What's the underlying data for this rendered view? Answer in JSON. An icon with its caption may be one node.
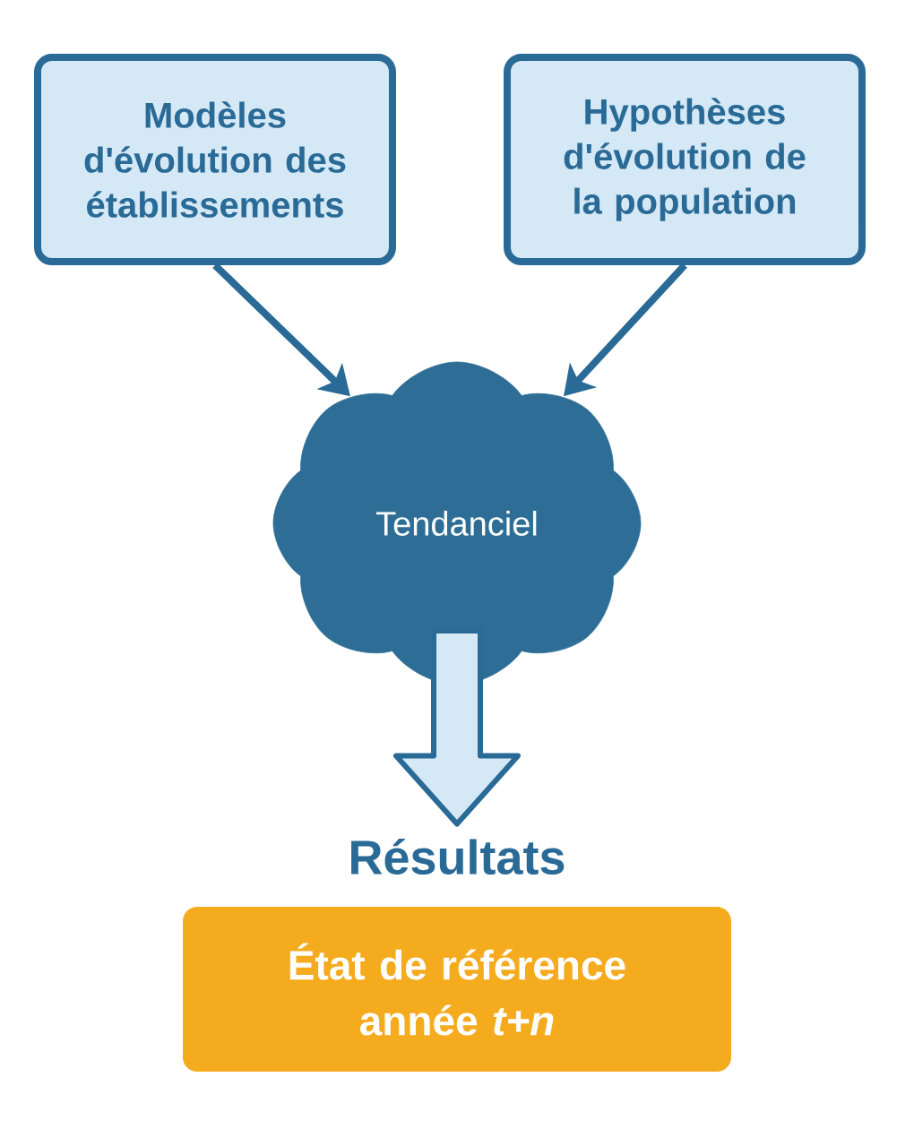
{
  "diagram": {
    "nodes": [
      {
        "text": [
          "Modèles d'évolution des établissements"
        ]
      },
      {
        "text": [
          "Hypothèses d'évolution de la population"
        ]
      },
      {
        "text": [
          "Tendanciel"
        ]
      },
      {
        "text": [
          "Résultats",
          "État de référence année *t+n*"
        ]
      }
    ],
    "edges": [
      {
        "from": 0,
        "to": 2,
        "arrow": "to"
      },
      {
        "from": 1,
        "to": 2,
        "arrow": "to"
      },
      {
        "from": 2,
        "to": 3,
        "arrow": "to",
        "style": "thick"
      }
    ]
  }
}
